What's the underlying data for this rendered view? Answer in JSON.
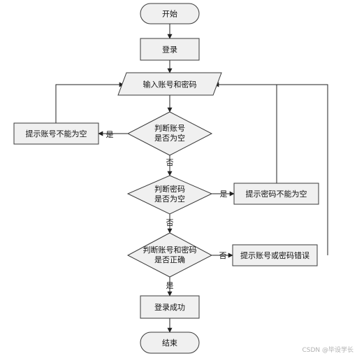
{
  "flowchart": {
    "nodes": {
      "start": "开始",
      "login": "登录",
      "input": "输入账号和密码",
      "check_account_line1": "判断账号",
      "check_account_line2": "是否为空",
      "prompt_account_empty": "提示账号不能为空",
      "check_password_line1": "判断密码",
      "check_password_line2": "是否为空",
      "prompt_password_empty": "提示密码不能为空",
      "check_correct_line1": "判断账号和密码",
      "check_correct_line2": "是否正确",
      "prompt_error": "提示账号或密码错误",
      "success": "登录成功",
      "end": "结束"
    },
    "edge_labels": {
      "account_empty_yes": "是",
      "account_empty_no": "否",
      "password_empty_yes": "是",
      "password_empty_no": "否",
      "correct_no": "否",
      "correct_yes": "是"
    }
  },
  "watermark": "CSDN @毕设学长",
  "colors": {
    "node_fill": "#f0f0f0",
    "stroke": "#3a3a3a"
  }
}
